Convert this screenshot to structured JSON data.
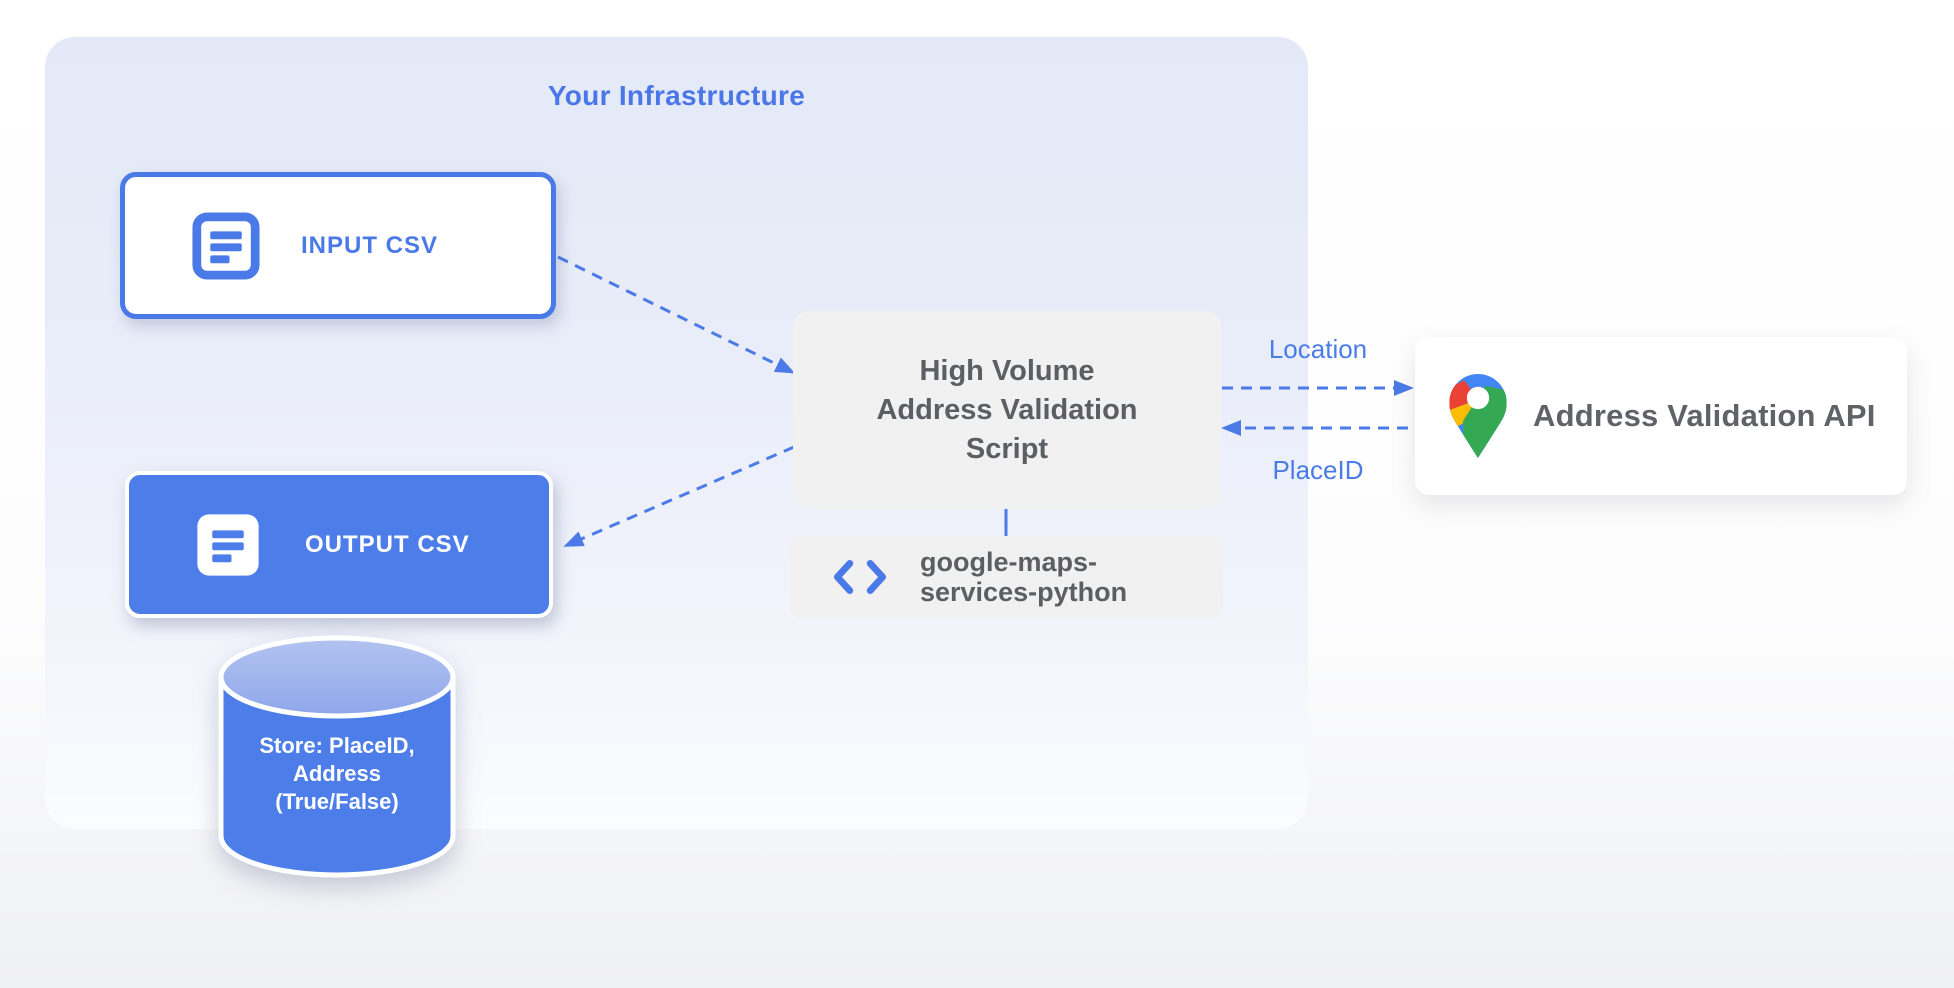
{
  "diagram": {
    "title": "Your Infrastructure",
    "input_box": {
      "label": "INPUT CSV",
      "icon": "document-icon"
    },
    "output_box": {
      "label": "OUTPUT CSV",
      "icon": "document-icon"
    },
    "datastore": {
      "icon": "database-cylinder",
      "lines": [
        "Store: PlaceID,",
        "Address",
        "(True/False)"
      ]
    },
    "script_box": {
      "lines": [
        "High Volume",
        "Address Validation",
        "Script"
      ]
    },
    "library_box": {
      "icon": "code-brackets-icon",
      "lines": [
        "google-maps-",
        "services-python"
      ]
    },
    "api_box": {
      "label": "Address Validation API",
      "icon": "google-maps-pin-icon"
    },
    "edge_labels": {
      "request": "Location",
      "response": "PlaceID"
    },
    "colors": {
      "accent_blue": "#4a7ae8",
      "fill_blue": "#4d7de9",
      "panel_lavender": "#e4e9f7",
      "box_gray": "#f1f1f2",
      "text_gray": "#5f6368",
      "pin_red": "#EA4335",
      "pin_blue": "#4285F4",
      "pin_yellow": "#FBBC04",
      "pin_green": "#34A853"
    }
  }
}
